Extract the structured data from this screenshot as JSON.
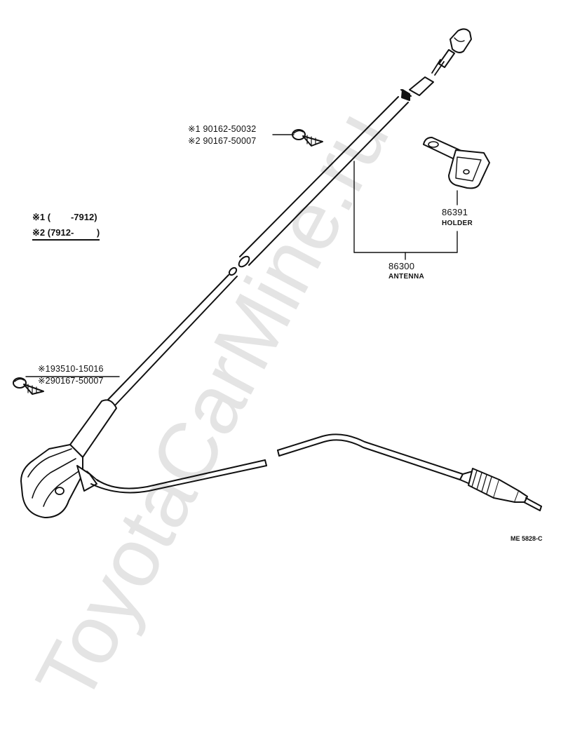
{
  "screws_top": {
    "line1_mark": "※1",
    "line1_part": "90162-50032",
    "line2_mark": "※2",
    "line2_part": "90167-50007"
  },
  "screws_left": {
    "line1_mark": "※1",
    "line1_part": "93510-15016",
    "line2_mark": "※2",
    "line2_part": "90167-50007"
  },
  "legend": {
    "line1": "※1 (        -7912)",
    "line2": "※2 (7912-         )"
  },
  "holder": {
    "part": "86391",
    "name": "HOLDER"
  },
  "antenna": {
    "part": "86300",
    "name": "ANTENNA"
  },
  "code": "ME 5828-C",
  "watermark": "ToyotaCarMine.ru",
  "colors": {
    "ink": "#111111",
    "watermark": "#e6e6e6"
  }
}
